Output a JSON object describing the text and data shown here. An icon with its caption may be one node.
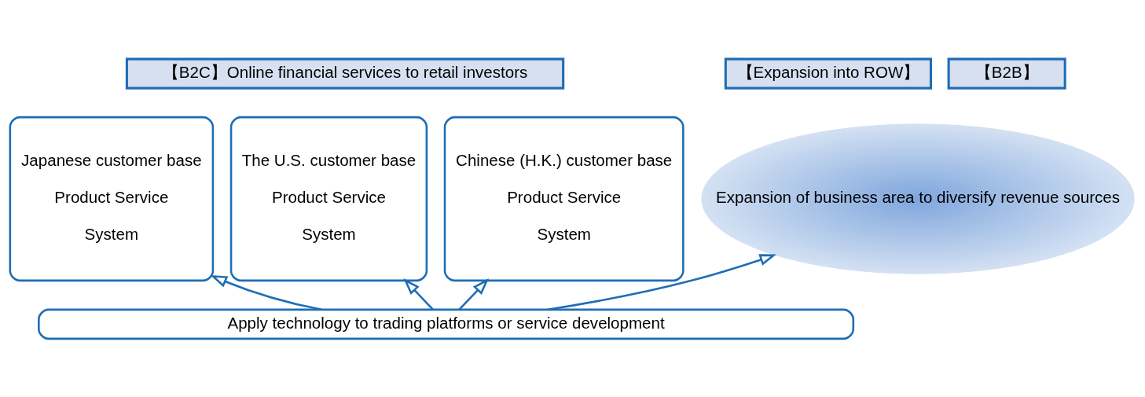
{
  "diagram": {
    "nodes": [
      {
        "text": [
          "【B2C】Online financial services to retail investors"
        ]
      },
      {
        "text": [
          "【Expansion into ROW】"
        ]
      },
      {
        "text": [
          "【B2B】"
        ]
      },
      {
        "text": [
          "Japanese customer base",
          "Product Service",
          "System"
        ]
      },
      {
        "text": [
          "The U.S. customer base",
          "Product Service",
          "System"
        ]
      },
      {
        "text": [
          "Chinese (H.K.) customer base",
          "Product Service",
          "System"
        ]
      },
      {
        "text": [
          "Expansion of business area to diversify revenue sources"
        ]
      },
      {
        "text": [
          "Apply technology to trading platforms or service development"
        ]
      }
    ],
    "edges": [
      {
        "from": 7,
        "to": 3,
        "arrow": "to"
      },
      {
        "from": 7,
        "to": 4,
        "arrow": "to"
      },
      {
        "from": 7,
        "to": 5,
        "arrow": "to"
      },
      {
        "from": 7,
        "to": 6,
        "arrow": "to"
      }
    ]
  }
}
